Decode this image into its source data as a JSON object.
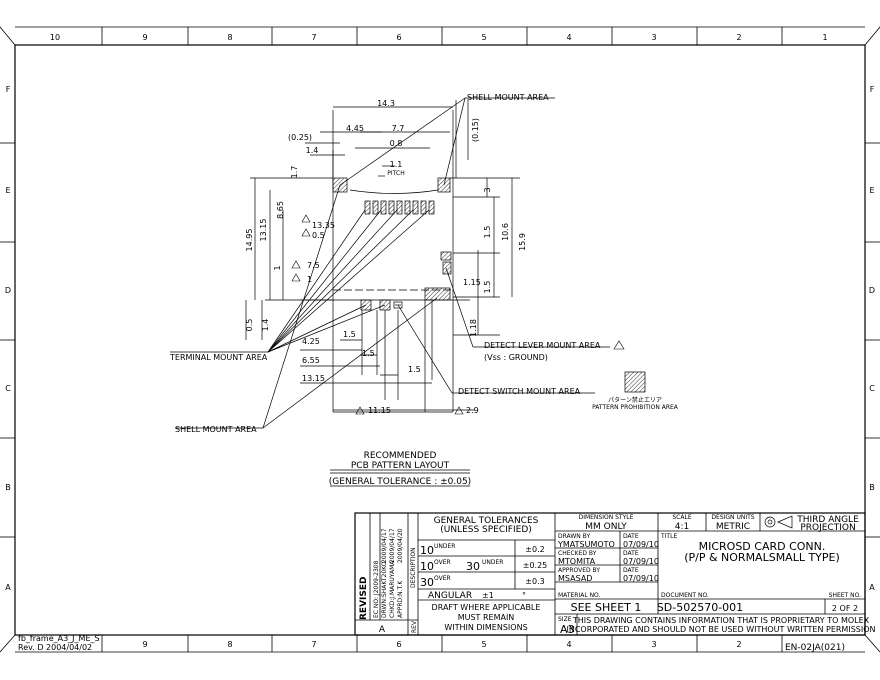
{
  "frame": {
    "column_labels": [
      "10",
      "9",
      "8",
      "7",
      "6",
      "5",
      "4",
      "3",
      "2",
      "1"
    ],
    "row_labels": [
      "F",
      "E",
      "D",
      "C",
      "B",
      "A"
    ],
    "template_name": "fb_frame_A3_J_ME_S",
    "template_rev": "Rev. D 2004/04/02",
    "form_number": "EN-02JA(021)"
  },
  "drawing": {
    "dims": {
      "d_14_3": "14.3",
      "d_4_45": "4.45",
      "d_7_7": "7.7",
      "d_0_25": "(0.25)",
      "d_0_8": "0.8",
      "d_0_15": "(0.15)",
      "d_1_4": "1.4",
      "d_1_7": "1.7",
      "d_1_1": "1.1",
      "pitch": "PITCH",
      "d_3": "3",
      "d_14_95": "14.95",
      "d_13_15v": "13.15",
      "d_8_65": "8.65",
      "d_13_35": "13.35",
      "d_0_5a": "0.5",
      "d_7_5": "7.5",
      "d_1": "1",
      "d_1_5v": "1.5",
      "d_10_6": "10.6",
      "d_15_9": "15.9",
      "d_1_15a": "1.15",
      "d_1_5b": "1.5",
      "d_0_5v": "0.5",
      "d_1_4v": "1.4",
      "d_1_18": "1.18",
      "d_4_25": "4.25",
      "d_1_5c": "1.5",
      "d_6_55": "6.55",
      "d_1_5d": "1.5",
      "d_1_5e": "1.5",
      "d_13_15": "13.15",
      "d_11_15": "11.15",
      "d_2_9": "2.9"
    },
    "labels": {
      "shell_mount_top": "SHELL MOUNT AREA",
      "terminal_mount": "TERMINAL MOUNT AREA",
      "shell_mount_bottom": "SHELL MOUNT AREA",
      "detect_lever": "DETECT LEVER MOUNT AREA",
      "vss_ground": "(Vss : GROUND)",
      "detect_switch": "DETECT SWITCH MOUNT AREA",
      "pattern_prohibit_jp": "パターン禁止エリア",
      "pattern_prohibit_en": "PATTERN PROHIBITION AREA"
    },
    "recommended_title_1": "RECOMMENDED",
    "recommended_title_2": "PCB PATTERN LAYOUT",
    "tolerance_note": "(GENERAL TOLERANCE : ±0.05)"
  },
  "title_block": {
    "revised": "REVISED",
    "ec_no": "EC NO: J2009-2308",
    "drwn": "DRWN:SHAKT20KO",
    "chkd": "CHKD:J.MARUYAMA",
    "apprd": "APPRD:N.T.K",
    "date_1": "2009/04/17",
    "date_2": "2009/04/17",
    "date_3": "2009/04/20",
    "description_hdr": "DESCRIPTION",
    "rev_value": "A",
    "rev_hdr": "REV",
    "gen_tol_1": "GENERAL TOLERANCES",
    "gen_tol_2": "(UNLESS SPECIFIED)",
    "tol_rows": [
      {
        "big": "10",
        "small": "UNDER",
        "big2": "",
        "small2": "",
        "value": "±0.2"
      },
      {
        "big": "10",
        "small": "OVER",
        "big2": "30",
        "small2": "UNDER",
        "value": "±0.25"
      },
      {
        "big": "30",
        "small": "OVER",
        "big2": "",
        "small2": "",
        "value": "±0.3"
      }
    ],
    "angular_label": "ANGULAR",
    "angular_value": "±1",
    "angular_unit": "°",
    "draft_1": "DRAFT WHERE APPLICABLE",
    "draft_2": "MUST REMAIN",
    "draft_3": "WITHIN DIMENSIONS",
    "dimension_style_hdr": "DIMENSION STYLE",
    "dimension_style": "MM ONLY",
    "scale_hdr": "SCALE",
    "scale": "4:1",
    "design_units_hdr": "DESIGN UNITS",
    "design_units": "METRIC",
    "projection_1": "THIRD ANGLE",
    "projection_2": "PROJECTION",
    "drawn_by_hdr": "DRAWN BY",
    "drawn_by": "YMATSUMOTO",
    "checked_by_hdr": "CHECKED BY",
    "checked_by": "MTOMITA",
    "approved_by_hdr": "APPROVED BY",
    "approved_by": "MSASAD",
    "date_hdr": "DATE",
    "drawn_date": "07/09/10",
    "checked_date": "07/09/10",
    "approved_date": "07/09/10",
    "title_hdr": "TITLE",
    "title_1": "MICROSD CARD CONN.",
    "title_2": "(P/P & NORMALSMALL TYPE)",
    "material_hdr": "MATERIAL NO.",
    "material": "SEE SHEET 1",
    "document_hdr": "DOCUMENT NO.",
    "document": "SD-502570-001",
    "sheet_hdr": "SHEET NO.",
    "sheet": "2 OF 2",
    "size_hdr": "SIZE",
    "size": "A3",
    "proprietary_1": "THIS DRAWING CONTAINS INFORMATION THAT IS PROPRIETARY TO MOLEX",
    "proprietary_2": "INCORPORATED AND SHOULD NOT BE USED WITHOUT WRITTEN PERMISSION"
  }
}
